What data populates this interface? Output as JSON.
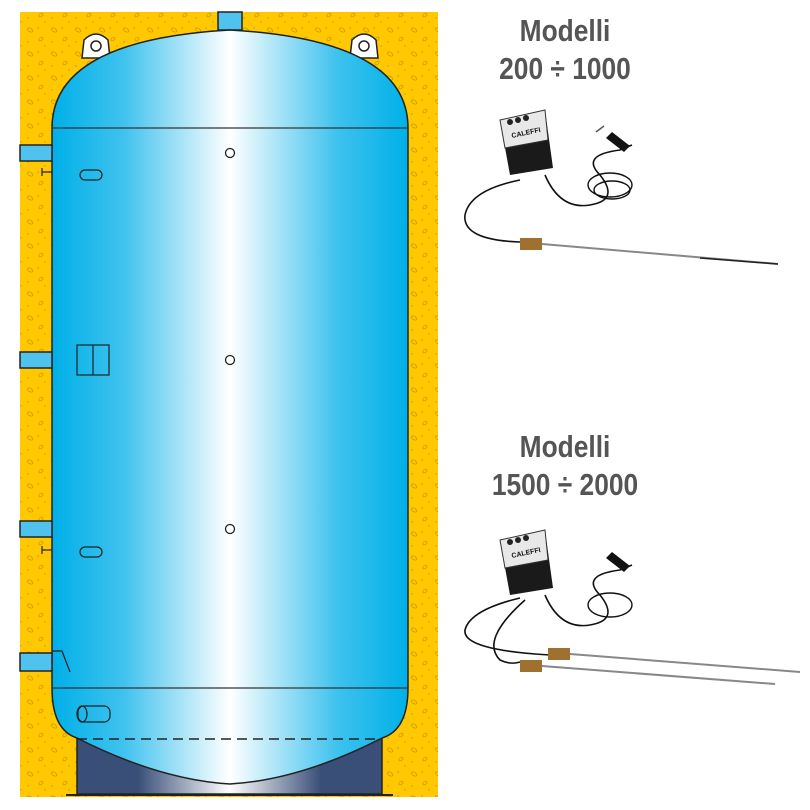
{
  "group1": {
    "title": "Modelli",
    "range": "200 ÷ 1000"
  },
  "group2": {
    "title": "Modelli",
    "range": "1500 ÷ 2000"
  },
  "device_logo_text": "CALEFFI",
  "colors": {
    "insulation": "#ffc800",
    "tank": "#00b4ea",
    "base": "#3a4f78",
    "title": "#555555"
  }
}
